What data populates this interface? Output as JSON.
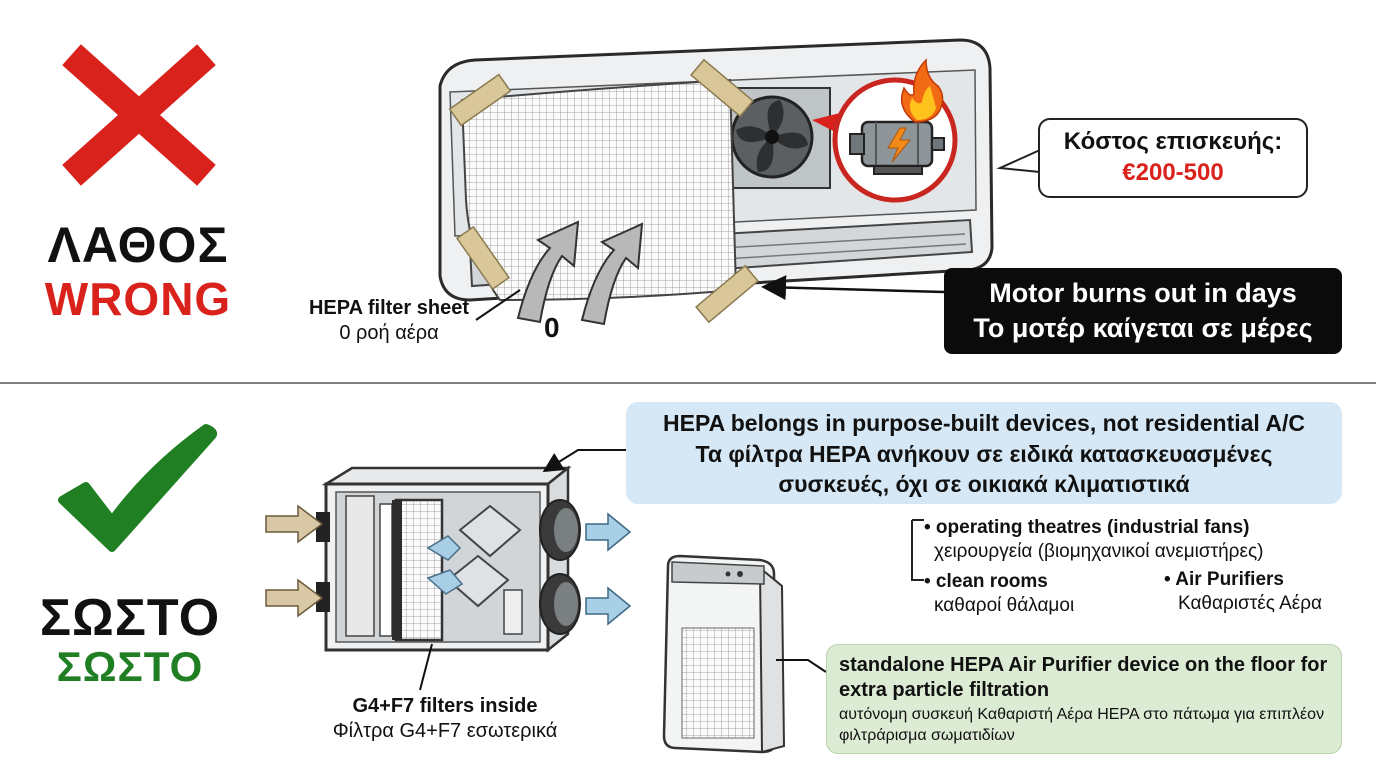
{
  "wrong": {
    "title_gr": "ΛΑΘΟΣ",
    "title_en": "WRONG",
    "color_red": "#d9221c",
    "filter_label_en": "HEPA filter sheet",
    "filter_label_gr": "0 ροή αέρα",
    "zero_flow": "0",
    "repair_label": "Κόστος επισκευής:",
    "repair_cost": "€200-500",
    "motor_en": "Motor burns out in days",
    "motor_gr": "Το μοτέρ καίγεται σε μέρες"
  },
  "right": {
    "title_gr": "ΣΩΣΤΟ",
    "title_sub": "ΣΩΣΤΟ",
    "color_green": "#1f7f22",
    "banner_en": "HEPA belongs in purpose-built devices, not residential A/C",
    "banner_gr": "Τα φίλτρα HEPA ανήκουν σε ειδικά κατασκευασμένες συσκευές, όχι σε οικιακά κλιματιστικά",
    "bullets": [
      {
        "en": "• operating theatres (industrial fans)",
        "gr": "χειρουργεία (βιομηχανικοί ανεμιστήρες)"
      },
      {
        "en": "• clean rooms",
        "gr": "καθαροί θάλαμοι"
      },
      {
        "en": "• Air Purifiers",
        "gr": "Καθαριστές Αέρα"
      }
    ],
    "filters_en": "G4+F7 filters inside",
    "filters_gr": "Φίλτρα G4+F7 εσωτερικά",
    "purifier_en": "standalone HEPA Air Purifier device on the floor for extra particle filtration",
    "purifier_gr": "αυτόνομη συσκευή Καθαριστή Αέρα HEPA στο πάτωμα για επιπλέον φιλτράρισμα σωματιδίων"
  },
  "icons": [
    "x-mark-icon",
    "check-mark-icon",
    "fire-icon",
    "lightning-icon",
    "motor-icon",
    "fan-icon"
  ]
}
